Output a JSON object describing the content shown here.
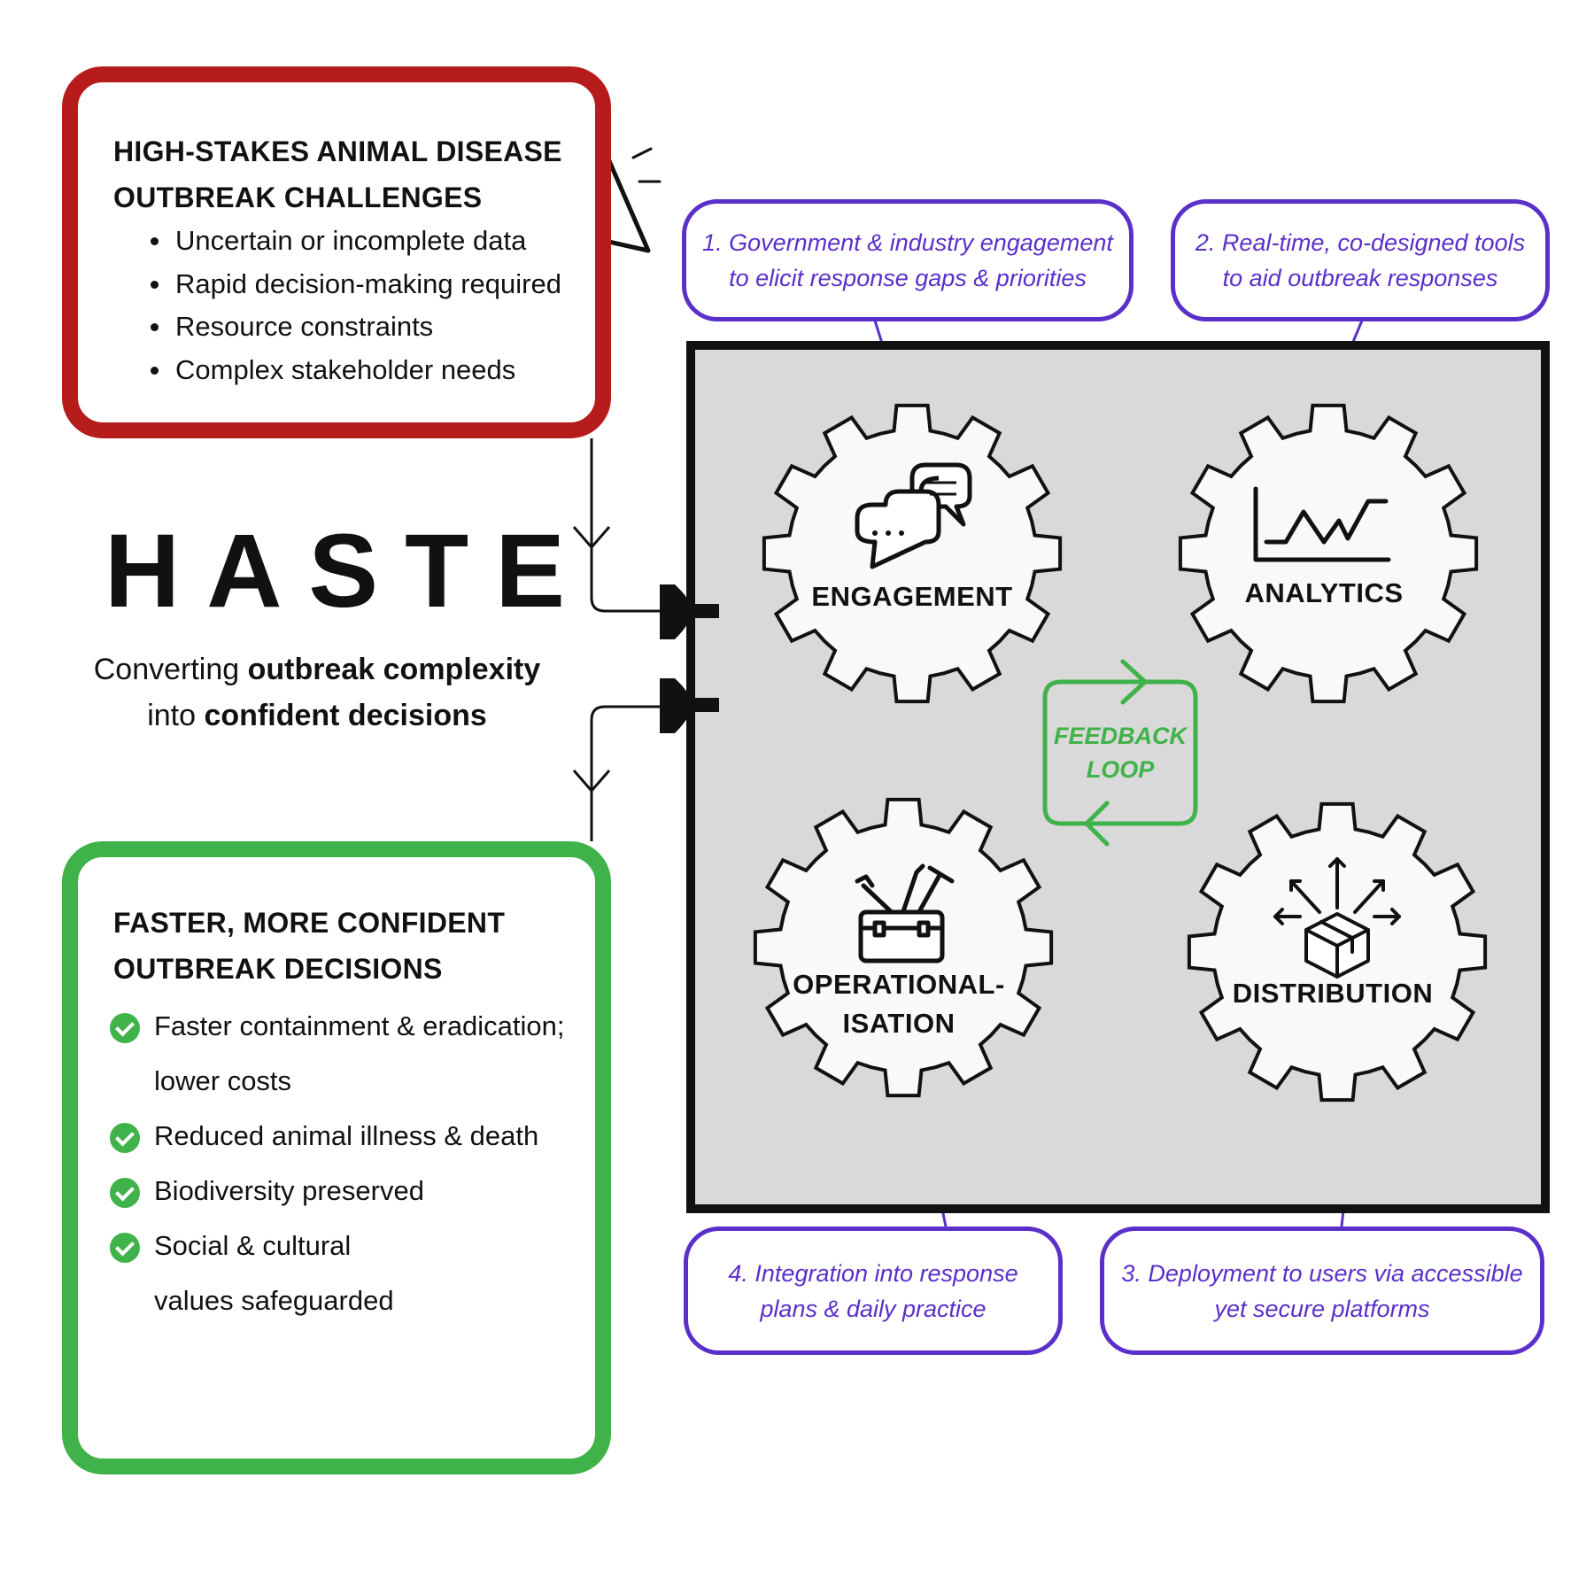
{
  "challenges": {
    "title_line1": "HIGH-STAKES ANIMAL DISEASE",
    "title_line2": "OUTBREAK CHALLENGES",
    "items": [
      "Uncertain or incomplete data",
      "Rapid decision-making required",
      "Resource constraints",
      "Complex stakeholder needs"
    ],
    "accent_color": "#b71c1c",
    "icon": "warning-icon"
  },
  "brand": {
    "name": "HASTE",
    "tagline_pre": "Converting",
    "tagline_bold1": "outbreak complexity",
    "tagline_mid": "into",
    "tagline_bold2": "confident decisions"
  },
  "outcomes": {
    "title_line1": "FASTER, MORE CONFIDENT",
    "title_line2": "OUTBREAK DECISIONS",
    "items": [
      "Faster containment & eradication; lower costs",
      "Reduced animal illness & death",
      "Biodiversity preserved",
      "Social & cultural values safeguarded"
    ],
    "accent_color": "#3fb24a",
    "animals": [
      "chicken-icon",
      "pig-icon",
      "cow-icon"
    ]
  },
  "process": {
    "gears": [
      {
        "label": "ENGAGEMENT",
        "icon": "chat-bubbles-icon"
      },
      {
        "label": "ANALYTICS",
        "icon": "line-chart-icon"
      },
      {
        "label": "OPERATIONAL-\nISATION",
        "icon": "toolbox-icon"
      },
      {
        "label": "DISTRIBUTION",
        "icon": "package-distribution-icon"
      }
    ],
    "feedback_label": "FEEDBACK\nLOOP",
    "callouts": [
      "1. Government & industry engagement\nto elicit response gaps & priorities",
      "2. Real-time, co-designed tools\nto aid outbreak responses",
      "3. Deployment to users via accessible\nyet secure platforms",
      "4. Integration into response\nplans & daily practice"
    ],
    "callout_color": "#5b2fc9",
    "area_color": "#d9d9d9"
  }
}
